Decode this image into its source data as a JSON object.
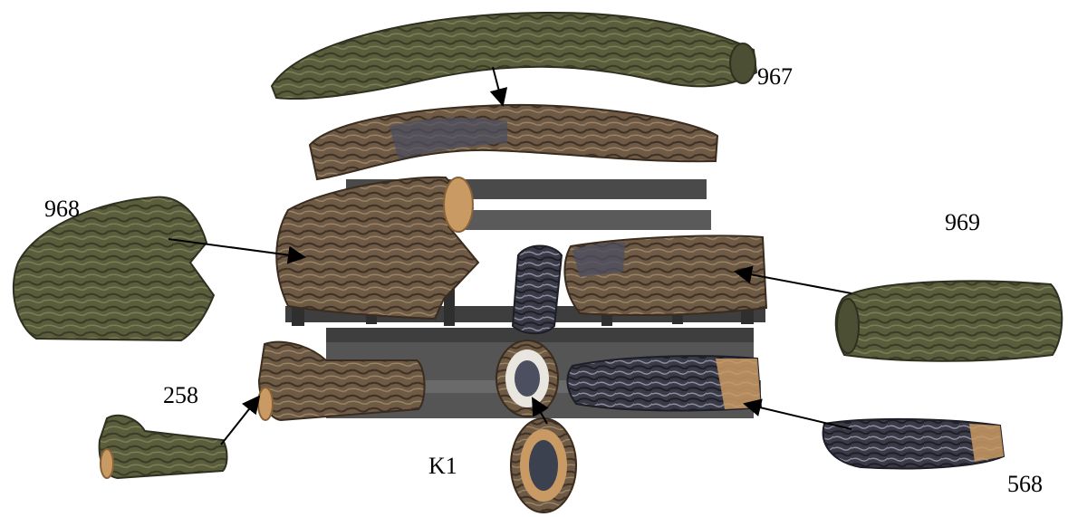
{
  "labels": {
    "log_967": "967",
    "log_968": "968",
    "log_969": "969",
    "log_258": "258",
    "log_k1": "K1",
    "log_568": "568"
  },
  "colors": {
    "bark_green": "#5a5e3c",
    "bark_brown": "#6e5a45",
    "char_dark": "#3b3b45",
    "wood_end": "#c99a63",
    "grate_dark": "#3e3e3e",
    "grate_mid": "#6a6a6a",
    "arrow": "#000000"
  }
}
